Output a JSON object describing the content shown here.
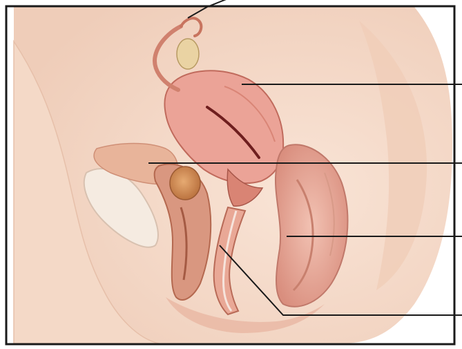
{
  "figure": {
    "kind": "anatomical-illustration",
    "subject": "female-pelvis-sagittal-section",
    "labels": [],
    "leader_lines": [
      {
        "name": "leader-line-ovary",
        "target": "ovary-and-fallopian-tube"
      },
      {
        "name": "leader-line-uterus",
        "target": "uterus"
      },
      {
        "name": "leader-line-bladder",
        "target": "bladder"
      },
      {
        "name": "leader-line-rectum",
        "target": "rectum"
      },
      {
        "name": "leader-line-vagina",
        "target": "vagina"
      }
    ]
  },
  "colors": {
    "background": "#ffffff",
    "frame": "#1a1a1a",
    "skin": "#f6dccb",
    "skin_shadow": "#e9b9a0",
    "tissue": "#e7a18f",
    "tissue_dark": "#c9705f",
    "organ_red": "#d9897a",
    "organ_deep": "#b4584c",
    "bladder": "#d99a63",
    "ovary": "#e8d2a0",
    "bone": "#f3e7dc",
    "cavity": "#6e1e1e"
  }
}
